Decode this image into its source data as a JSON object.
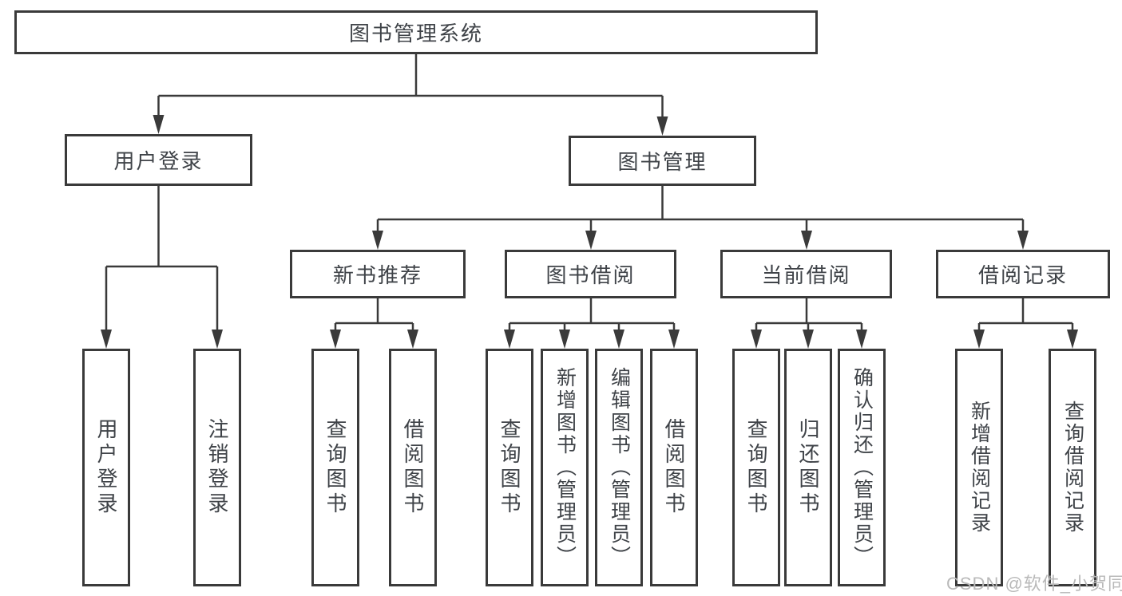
{
  "tree": {
    "root": {
      "label": "图书管理系统"
    },
    "branches": [
      {
        "label": "用户登录",
        "children": [
          {
            "label": "用户登录"
          },
          {
            "label": "注销登录"
          }
        ]
      },
      {
        "label": "图书管理",
        "groups": [
          {
            "label": "新书推荐",
            "children": [
              {
                "label": "查询图书"
              },
              {
                "label": "借阅图书"
              }
            ]
          },
          {
            "label": "图书借阅",
            "children": [
              {
                "label": "查询图书"
              },
              {
                "label": "新增图书（管理员）"
              },
              {
                "label": "编辑图书（管理员）"
              },
              {
                "label": "借阅图书"
              }
            ]
          },
          {
            "label": "当前借阅",
            "children": [
              {
                "label": "查询图书"
              },
              {
                "label": "归还图书"
              },
              {
                "label": "确认归还（管理员）"
              }
            ]
          },
          {
            "label": "借阅记录",
            "children": [
              {
                "label": "新增借阅记录"
              },
              {
                "label": "查询借阅记录"
              }
            ]
          }
        ]
      }
    ]
  },
  "watermark": {
    "text": "CSDN @软件_小贺同学"
  },
  "colors": {
    "line": "#3a3a3a",
    "text": "#3f4348",
    "background": "#ffffff",
    "watermark": "#b9b9b9"
  }
}
